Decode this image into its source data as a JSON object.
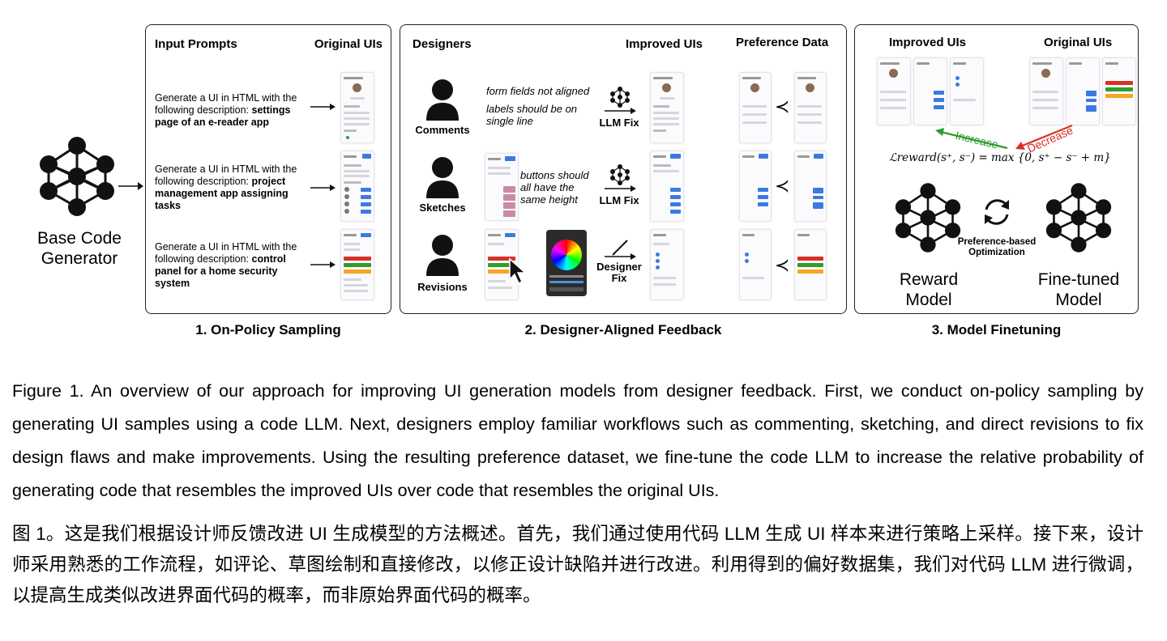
{
  "panel1": {
    "header_left": "Input Prompts",
    "header_right": "Original UIs",
    "prompts": [
      {
        "plain": "Generate a UI in HTML with the following description: ",
        "bold": "settings page of an e-reader app"
      },
      {
        "plain": "Generate a UI in HTML with the following description: ",
        "bold": "project management app assigning tasks"
      },
      {
        "plain": "Generate a UI in HTML with the following description: ",
        "bold": "control panel for a home security system"
      }
    ],
    "caption": "1. On-Policy Sampling"
  },
  "base": {
    "line1": "Base Code",
    "line2": "Generator"
  },
  "panel2": {
    "header_designers": "Designers",
    "header_improved": "Improved UIs",
    "header_pref": "Preference Data",
    "rows": [
      {
        "person": "Comments",
        "note1": "form fields not aligned",
        "note2": "labels should be on single line",
        "fix": "LLM Fix"
      },
      {
        "person": "Sketches",
        "note1": "buttons should all have the same height",
        "fix": "LLM Fix"
      },
      {
        "person": "Revisions",
        "fix_line1": "Designer",
        "fix_line2": "Fix"
      }
    ],
    "prec": "≺",
    "caption": "2. Designer-Aligned Feedback"
  },
  "panel3": {
    "header_improved": "Improved UIs",
    "header_original": "Original UIs",
    "increase": "Increase",
    "decrease": "Decrease",
    "formula": "ℒreward(s⁺, s⁻) = max {0, s⁺ − s⁻ + m}",
    "pref_line1": "Preference-based",
    "pref_line2": "Optimization",
    "reward_1": "Reward",
    "reward_2": "Model",
    "fine_1": "Fine-tuned",
    "fine_2": "Model",
    "caption": "3. Model Finetuning"
  },
  "colors": {
    "green": "#2e9d2e",
    "red": "#d93025",
    "blue": "#3b7be0",
    "orange": "#f5a623"
  },
  "caption_en": "Figure 1. An overview of our approach for improving UI generation models from designer feedback. First, we conduct on-policy sampling by generating UI samples using a code LLM. Next, designers employ familiar workflows such as commenting, sketching, and direct revisions to fix design flaws and make improvements. Using the resulting preference dataset, we fine-tune the code LLM to increase the relative probability of generating code that resembles the improved UIs over code that resembles the original UIs.",
  "caption_zh": "图 1。这是我们根据设计师反馈改进 UI 生成模型的方法概述。首先，我们通过使用代码 LLM 生成 UI 样本来进行策略上采样。接下来，设计师采用熟悉的工作流程，如评论、草图绘制和直接修改，以修正设计缺陷并进行改进。利用得到的偏好数据集，我们对代码 LLM 进行微调，以提高生成类似改进界面代码的概率，而非原始界面代码的概率。"
}
